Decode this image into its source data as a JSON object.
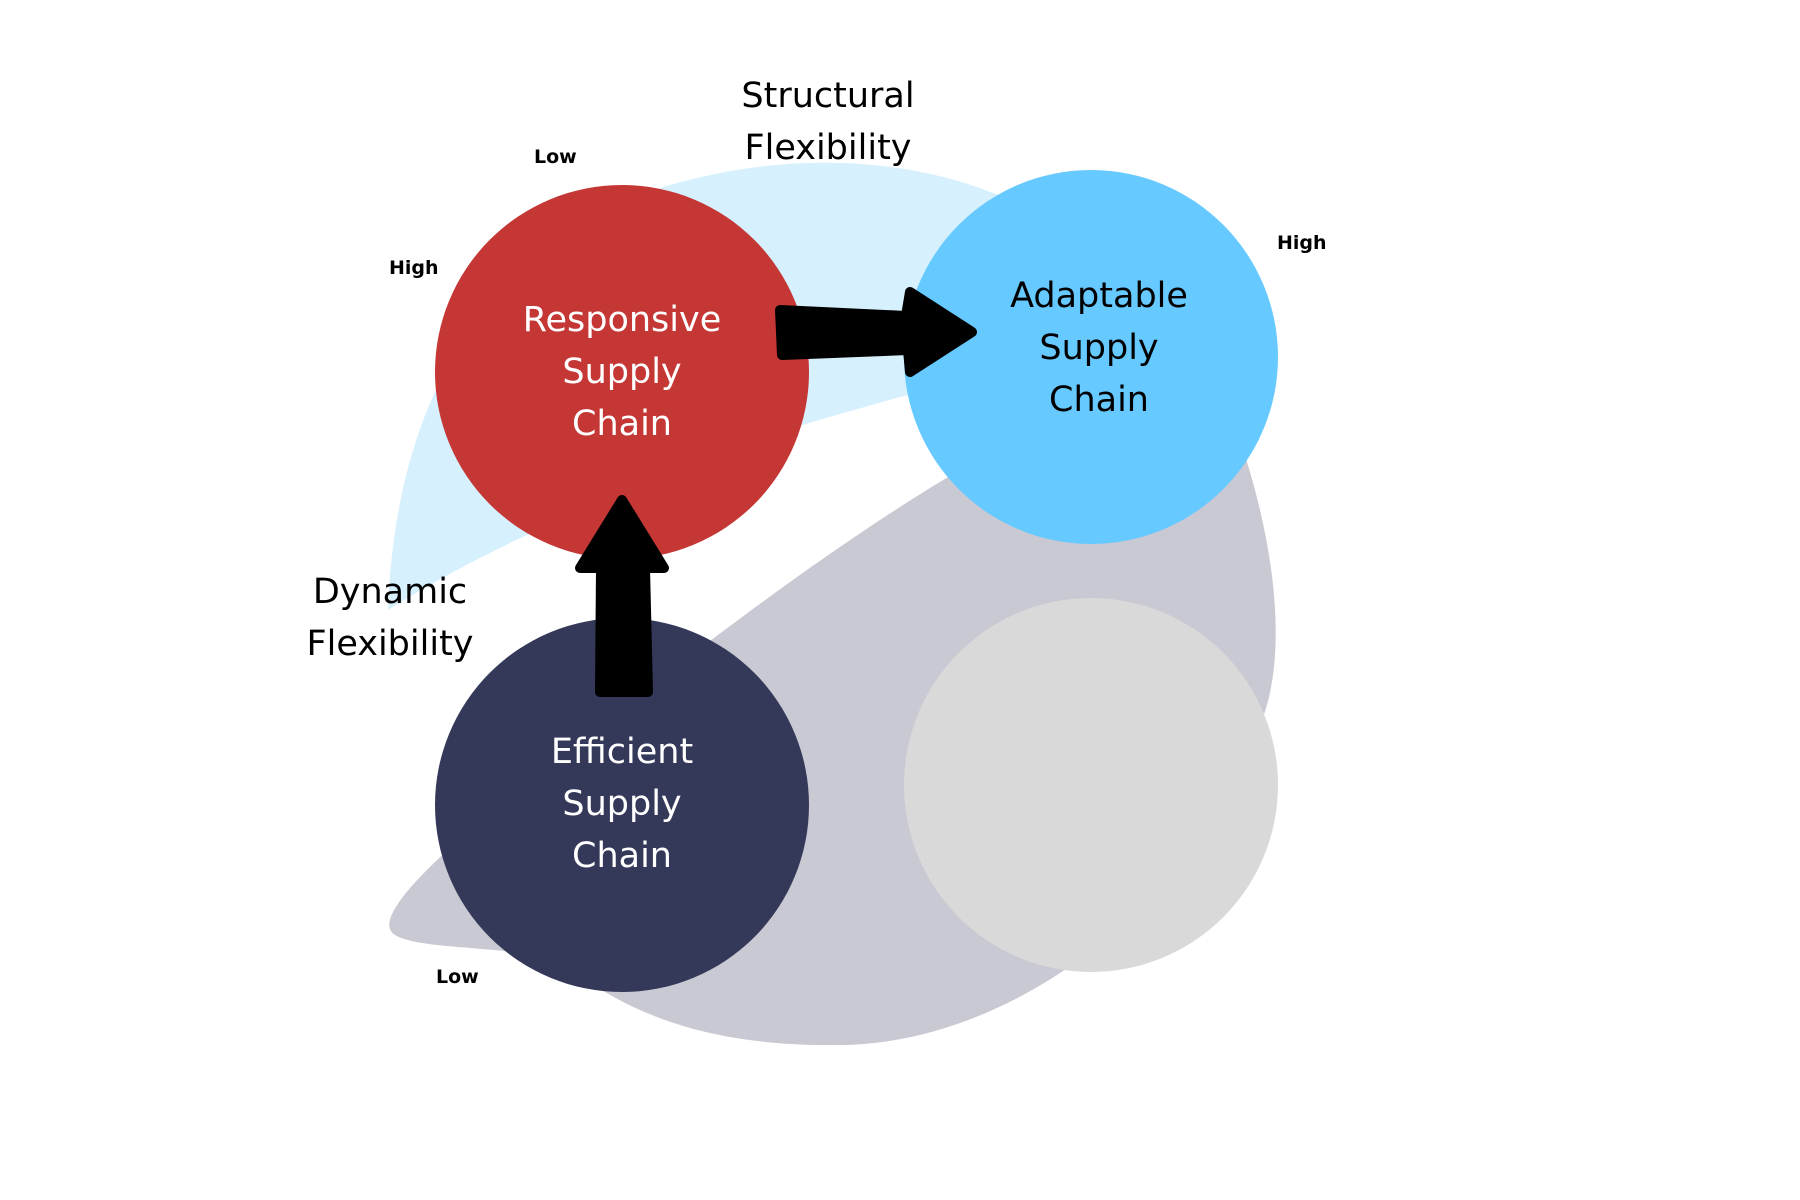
{
  "diagram": {
    "axes": {
      "structural": {
        "title_line1": "Structural",
        "title_line2": "Flexibility",
        "low": "Low",
        "high": "High"
      },
      "dynamic": {
        "title_line1": "Dynamic",
        "title_line2": "Flexibility",
        "low": "Low",
        "high": "High"
      }
    },
    "nodes": [
      {
        "id": "responsive",
        "lines": [
          "Responsive",
          "Supply",
          "Chain"
        ],
        "fill": "#c53735",
        "text_color": "#ffffff"
      },
      {
        "id": "adaptable",
        "lines": [
          "Adaptable",
          "Supply",
          "Chain"
        ],
        "fill": "#66c9ff",
        "text_color": "#000000"
      },
      {
        "id": "efficient",
        "lines": [
          "Efficient",
          "Supply",
          "Chain"
        ],
        "fill": "#353959",
        "text_color": "#ffffff"
      },
      {
        "id": "empty",
        "lines": [],
        "fill": "#d9d9d9"
      }
    ],
    "arrows": [
      {
        "from": "efficient",
        "to": "responsive",
        "color": "#000000"
      },
      {
        "from": "responsive",
        "to": "adaptable",
        "color": "#000000"
      }
    ],
    "regions": {
      "structural_arc_color": "#d6f0fd",
      "dynamic_blob_color": "#c9c9d3"
    }
  }
}
